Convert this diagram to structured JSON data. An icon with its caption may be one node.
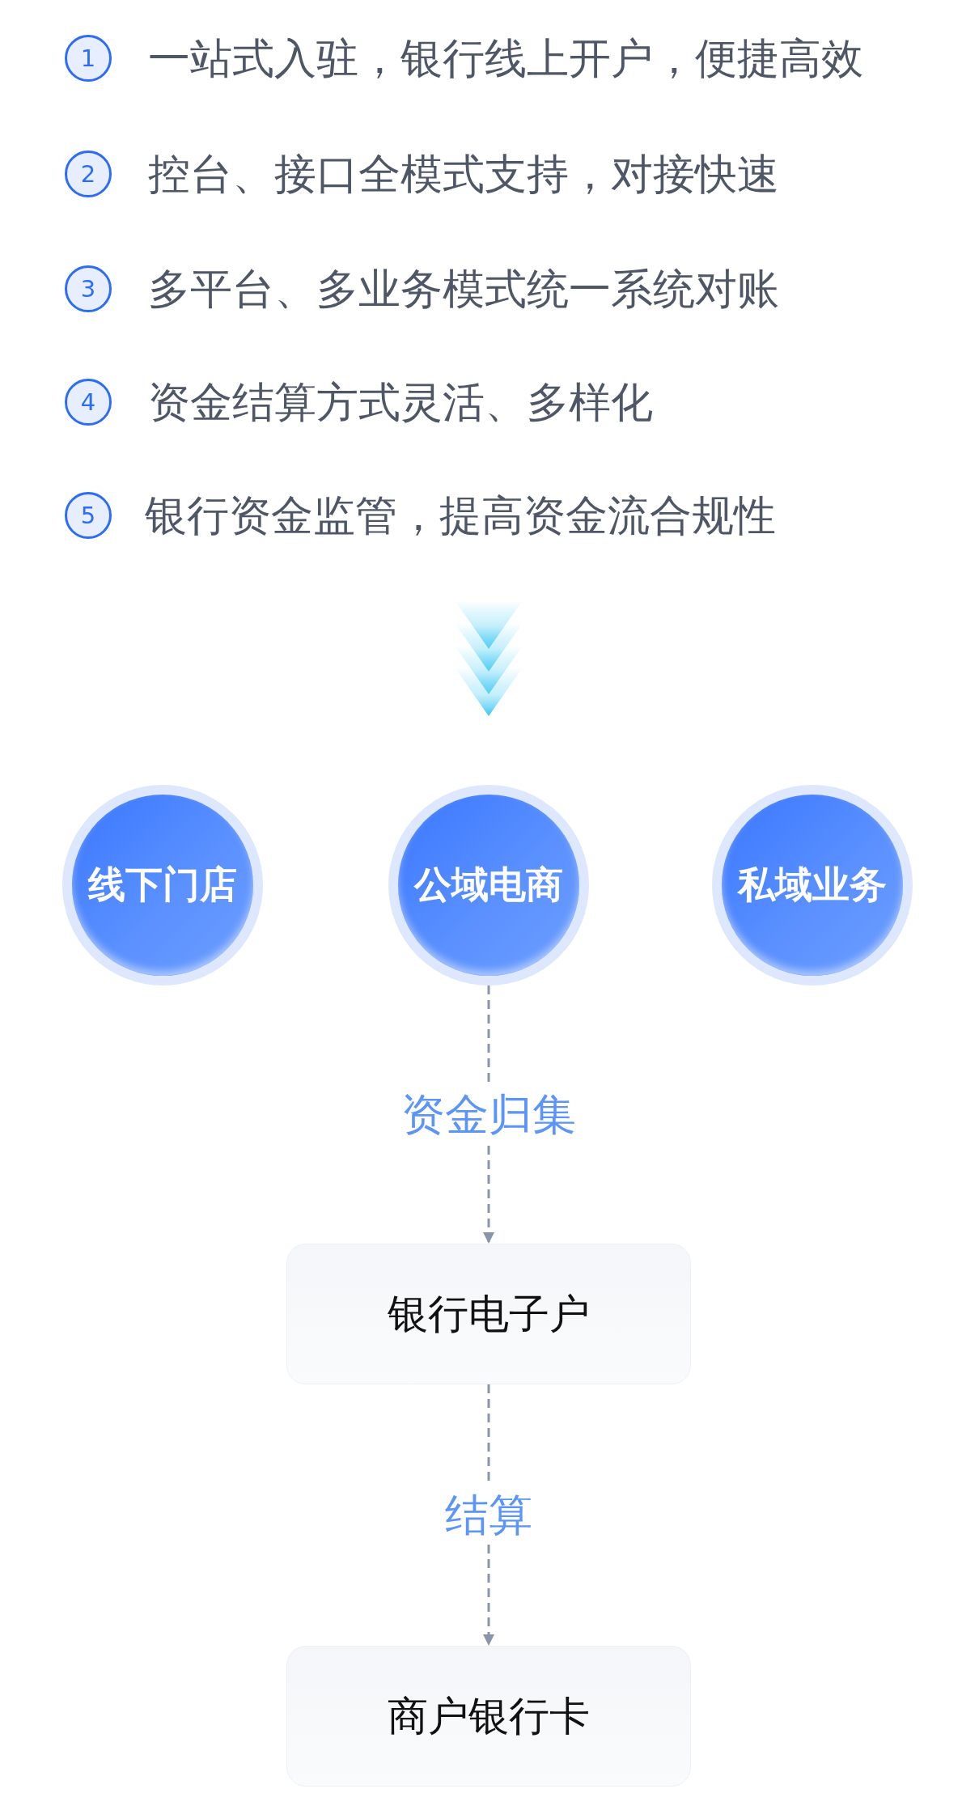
{
  "diagram": {
    "nodes": [
      {
        "text": [
          "1"
        ],
        "beside": [
          "一站式入驻，银行线上开户，便捷高效"
        ]
      },
      {
        "text": [
          "2"
        ],
        "beside": [
          "控台、接口全模式支持，对接快速"
        ]
      },
      {
        "text": [
          "3"
        ],
        "beside": [
          "多平台、多业务模式统一系统对账"
        ]
      },
      {
        "text": [
          "4"
        ],
        "beside": [
          "资金结算方式灵活、多样化"
        ]
      },
      {
        "text": [
          "5"
        ],
        "beside": [
          "银行资金监管，提高资金流合规性"
        ]
      },
      {
        "text": [
          "线下门店"
        ]
      },
      {
        "text": [
          "公域电商"
        ]
      },
      {
        "text": [
          "私域业务"
        ]
      },
      {
        "text": [
          "银行电子户"
        ]
      },
      {
        "text": [
          "商户银行卡"
        ]
      }
    ],
    "edges": [
      {
        "from": 6,
        "to": 8,
        "arrow": "to",
        "label": "资金归集",
        "style": "dashed"
      },
      {
        "from": 8,
        "to": 9,
        "arrow": "to",
        "label": "结算",
        "style": "dashed"
      }
    ]
  }
}
